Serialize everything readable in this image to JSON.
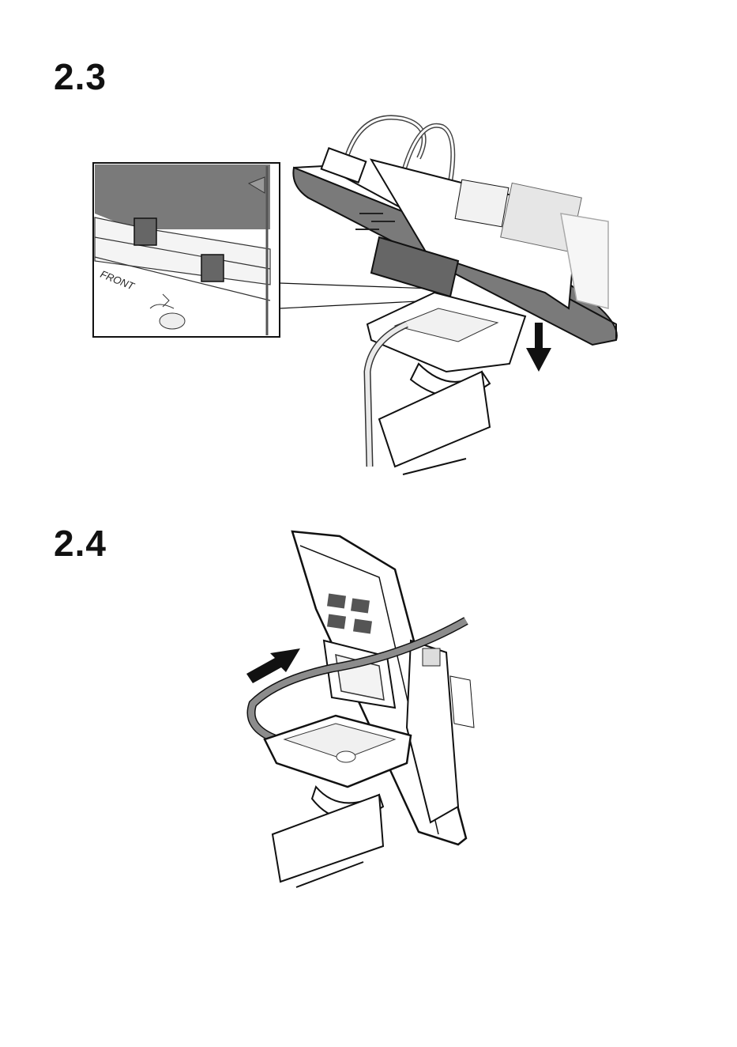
{
  "steps": [
    {
      "label": "2.3"
    },
    {
      "label": "2.4"
    }
  ],
  "detail": {
    "front_label": "FRONT"
  },
  "icons": {
    "step_2_3_arrow": "arrow-down-icon",
    "step_2_4_arrow": "arrow-right-icon"
  },
  "colors": {
    "ink": "#111111",
    "panel_gray": "#7a7a7a",
    "cable_gray": "#8c8c8c",
    "light_gray": "#cfcfcf"
  }
}
